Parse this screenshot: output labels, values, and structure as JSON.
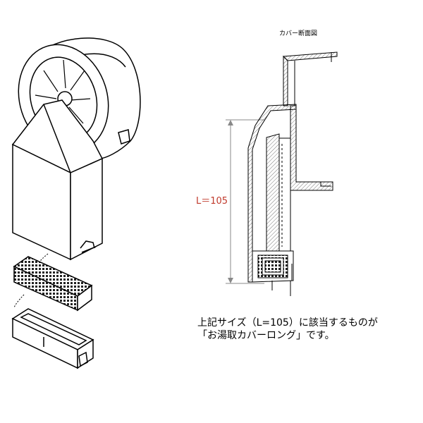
{
  "diagram": {
    "section_caption": "カバー断面図",
    "dimension_label": "L＝105",
    "note_line1": "上記サイズ（L=105）に該当するものが",
    "note_line2": "「お湯取カバーロング」です。"
  },
  "colors": {
    "line": "#000000",
    "dimension": "#c0392b",
    "hatch": "#777777"
  }
}
